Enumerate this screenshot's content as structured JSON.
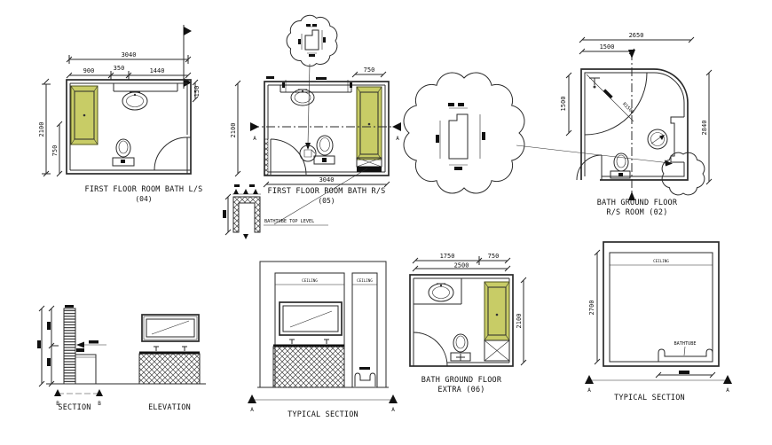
{
  "colors": {
    "line": "#2a2a2a",
    "tub_fill": "#c8cc66",
    "tub_stroke": "#55581f",
    "paper": "#ffffff"
  },
  "plan04": {
    "title": "FIRST FLOOR ROOM BATH L/S",
    "code": "(04)",
    "dim_total_w": "3040",
    "dim_a": "900",
    "dim_b": "350",
    "dim_c": "1440",
    "dim_right": "150",
    "dim_h": "2100",
    "dim_lower": "750"
  },
  "plan05": {
    "title": "FIRST FLOOR ROOM BATH R/S",
    "code": "(05)",
    "dim_tub": "750",
    "dim_h": "2100",
    "dim_w": "3040",
    "marker": "A",
    "note": "BATHTUBE TOP LEVEL"
  },
  "plan02": {
    "title1": "BATH GROUND FLOOR",
    "title2": "R/S ROOM (02)",
    "dim_w": "2650",
    "dim_a": "1500",
    "dim_left": "1500",
    "dim_right": "2840",
    "radius": "R1500"
  },
  "plan06": {
    "title1": "BATH GROUND FLOOR",
    "title2": "EXTRA (06)",
    "dim_a": "1750",
    "dim_b": "750",
    "dim_w": "2500",
    "dim_h": "2100"
  },
  "section": {
    "label": "SECTION",
    "marker": "B"
  },
  "elevation": {
    "label": "ELEVATION"
  },
  "typical_mid": {
    "label": "TYPICAL SECTION",
    "marker": "A",
    "ceiling": "CEILING"
  },
  "typical_right": {
    "label": "TYPICAL SECTION",
    "marker": "A",
    "ceiling": "CEILING",
    "fixture": "BATHTUBE",
    "dim_h": "2700"
  }
}
